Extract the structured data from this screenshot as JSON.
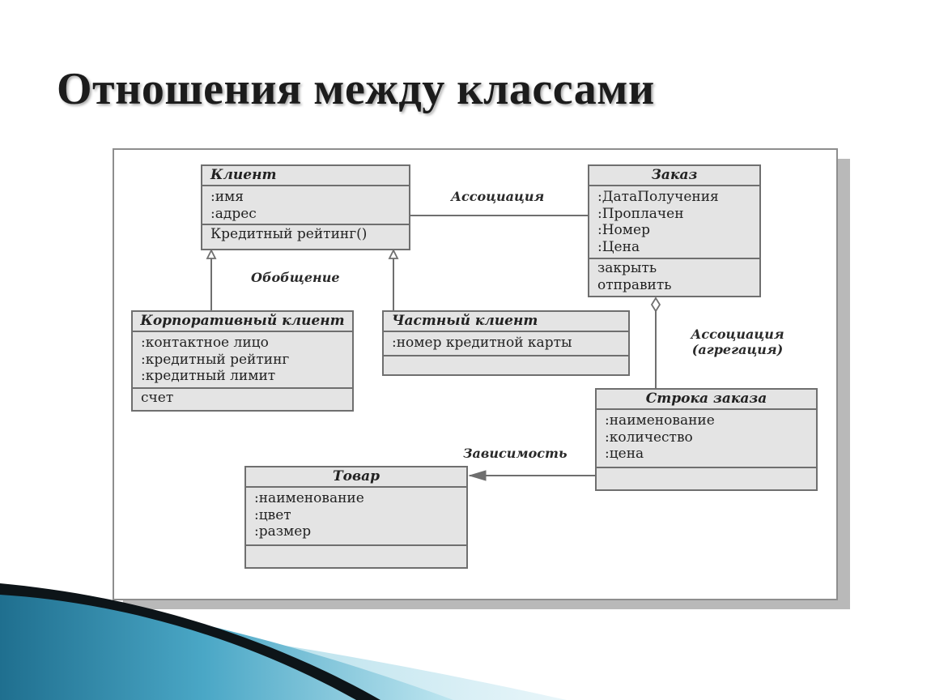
{
  "slide": {
    "title": "Отношения между классами"
  },
  "classes": {
    "client": {
      "name": "Клиент",
      "attributes": [
        ":имя",
        ":адрес"
      ],
      "operations": [
        "Кредитный рейтинг()"
      ]
    },
    "order": {
      "name": "Заказ",
      "attributes": [
        ":ДатаПолучения",
        ":Проплачен",
        ":Номер",
        ":Цена"
      ],
      "operations": [
        "закрыть",
        "отправить"
      ]
    },
    "corporate_client": {
      "name": "Корпоративный клиент",
      "attributes": [
        ":контактное лицо",
        ":кредитный рейтинг",
        ":кредитный лимит"
      ],
      "operations": [
        "счет"
      ]
    },
    "private_client": {
      "name": "Частный клиент",
      "attributes": [
        ":номер кредитной карты"
      ],
      "operations": []
    },
    "order_line": {
      "name": "Строка заказа",
      "attributes": [
        ":наименование",
        ":количество",
        ":цена"
      ],
      "operations": []
    },
    "product": {
      "name": "Товар",
      "attributes": [
        ":наименование",
        ":цвет",
        ":размер"
      ],
      "operations": []
    }
  },
  "relations": {
    "association": "Ассоциация",
    "generalization": "Обобщение",
    "aggregation_line1": "Ассоциация",
    "aggregation_line2": "(агрегация)",
    "dependency": "Зависимость"
  },
  "colors": {
    "class_fill": "#e4e4e4",
    "class_border": "#6f6f6f",
    "line": "#6f6f6f",
    "wave_dark": "#0d1418",
    "wave_blue": "#2f8fb0",
    "wave_light": "#a9dcea"
  }
}
